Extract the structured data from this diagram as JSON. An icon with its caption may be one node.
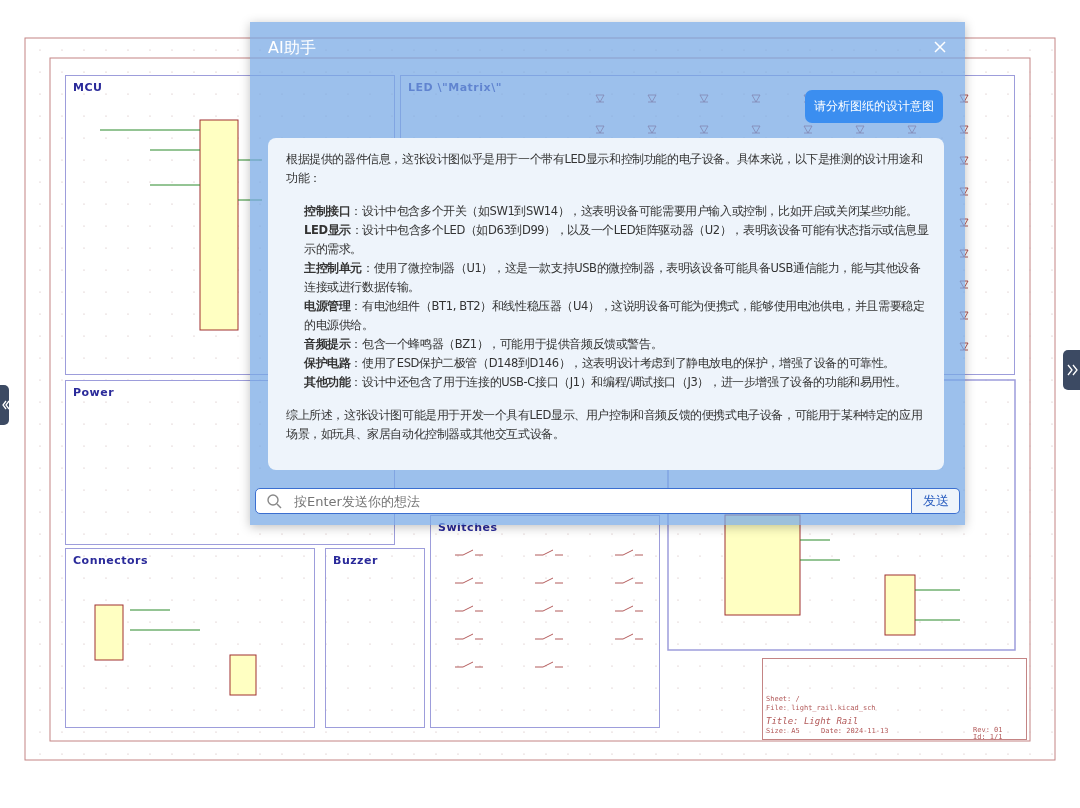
{
  "diagram": {
    "nodes": [
      {
        "text": [
          "MCU"
        ]
      },
      {
        "text": [
          "LED \\\"Matrix\\\""
        ]
      },
      {
        "text": [
          "Power"
        ]
      },
      {
        "text": [
          "Connectors"
        ]
      },
      {
        "text": [
          "Buzzer"
        ]
      },
      {
        "text": [
          "Switches"
        ]
      }
    ],
    "labels": [
      "AI助手",
      "请分析图纸的设计意图",
      "根据提供的器件信息，这张设计图似乎是用于一个带有LED显示和控制功能的电子设备。具体来说，以下是推测的设计用途和功能：",
      "**控制接口**：设计中包含多个开关（如SW1到SW14），这表明设备可能需要用户输入或控制，比如开启或关闭某些功能。",
      "**LED显示**：设计中包含多个LED（如D63到D99），以及一个LED矩阵驱动器（U2），表明该设备可能有状态指示或信息显示的需求。",
      "**主控制单元**：使用了微控制器（U1），这是一款支持USB的微控制器，表明该设备可能具备USB通信能力，能与其他设备连接或进行数据传输。",
      "**电源管理**：有电池组件（BT1, BT2）和线性稳压器（U4），这说明设备可能为便携式，能够使用电池供电，并且需要稳定的电源供给。",
      "**音频提示**：包含一个蜂鸣器（BZ1），可能用于提供音频反馈或警告。",
      "**保护电路**：使用了ESD保护二极管（D148到D146），这表明设计考虑到了静电放电的保护，增强了设备的可靠性。",
      "**其他功能**：设计中还包含了用于连接的USB-C接口（J1）和编程/调试接口（J3），进一步增强了设备的功能和易用性。",
      "综上所述，这张设计图可能是用于开发一个具有LED显示、用户控制和音频反馈的便携式电子设备，可能用于某种特定的应用场景，如玩具、家居自动化控制器或其他交互式设备。",
      "按Enter发送你的想法",
      "发送",
      "Sheet: /",
      "File: light_rail.kicad_sch",
      "Title: Light Rail",
      "Size: A5",
      "Date: 2024-11-13",
      "Rev: 01",
      "Id: 1/1"
    ]
  }
}
